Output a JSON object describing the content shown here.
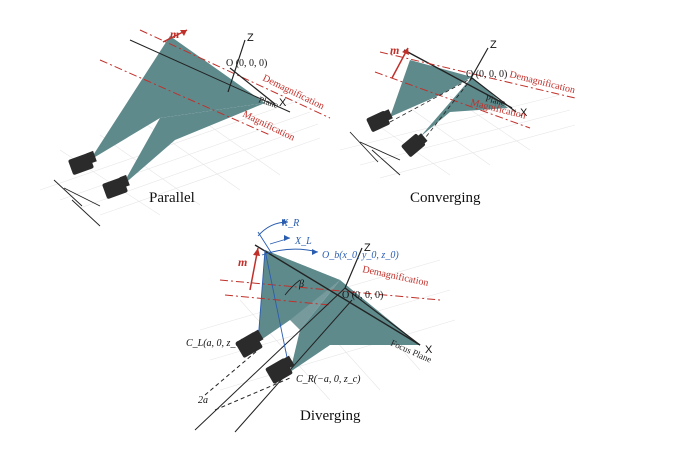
{
  "panels": [
    {
      "caption": "Parallel",
      "m_label": "m",
      "z_label": "Z",
      "x_label": "X",
      "origin_label": "O (0, 0, 0)",
      "demag_label": "Demagnification",
      "mag_label": "Magnification",
      "plane_label": "Plane"
    },
    {
      "caption": "Converging",
      "m_label": "m",
      "z_label": "Z",
      "x_label": "X",
      "origin_label": "O (0, 0, 0)",
      "demag_label": "Demagnification",
      "mag_label": "Magnification",
      "plane_label": "Plane"
    },
    {
      "caption": "Diverging",
      "m_label": "m",
      "z_label": "Z",
      "x_label": "X",
      "origin_label": "O (0, 0, 0)",
      "demag_label": "Demagnification",
      "plane_label": "Focus Plane",
      "xr_label": "X_R",
      "xl_label": "X_L",
      "ob_label": "O_b(x_0, y_0, z_0)",
      "beta_label": "β",
      "cl_label": "C_L(a, 0, z_c)",
      "cr_label": "C_R(−a, 0, z_c)",
      "twoa_label": "2a"
    }
  ],
  "colors": {
    "plane_fill": "#5f8a8c",
    "red": "#c0302a",
    "blue": "#2a5db0",
    "camera": "#2b2b2b"
  }
}
